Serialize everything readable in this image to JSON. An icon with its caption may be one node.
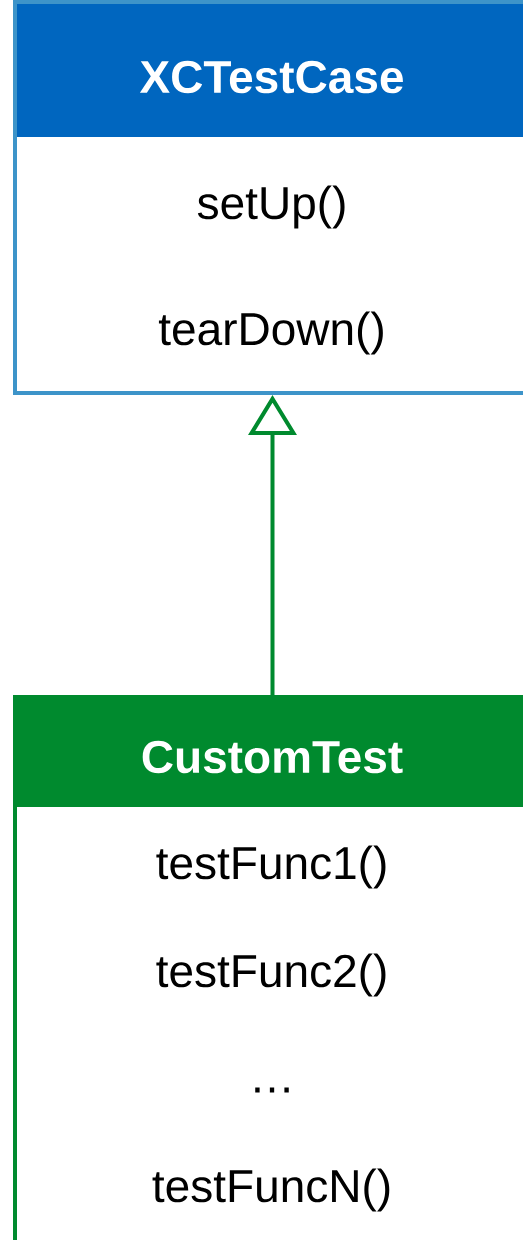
{
  "diagram": {
    "nodes": [
      {
        "text": [
          "XCTestCase",
          "setUp()",
          "tearDown()"
        ]
      },
      {
        "text": [
          "CustomTest",
          "testFunc1()",
          "testFunc2()",
          "…",
          "testFuncN()"
        ]
      }
    ],
    "edges": [
      {
        "from": 1,
        "to": 0,
        "arrow": "to"
      }
    ]
  }
}
